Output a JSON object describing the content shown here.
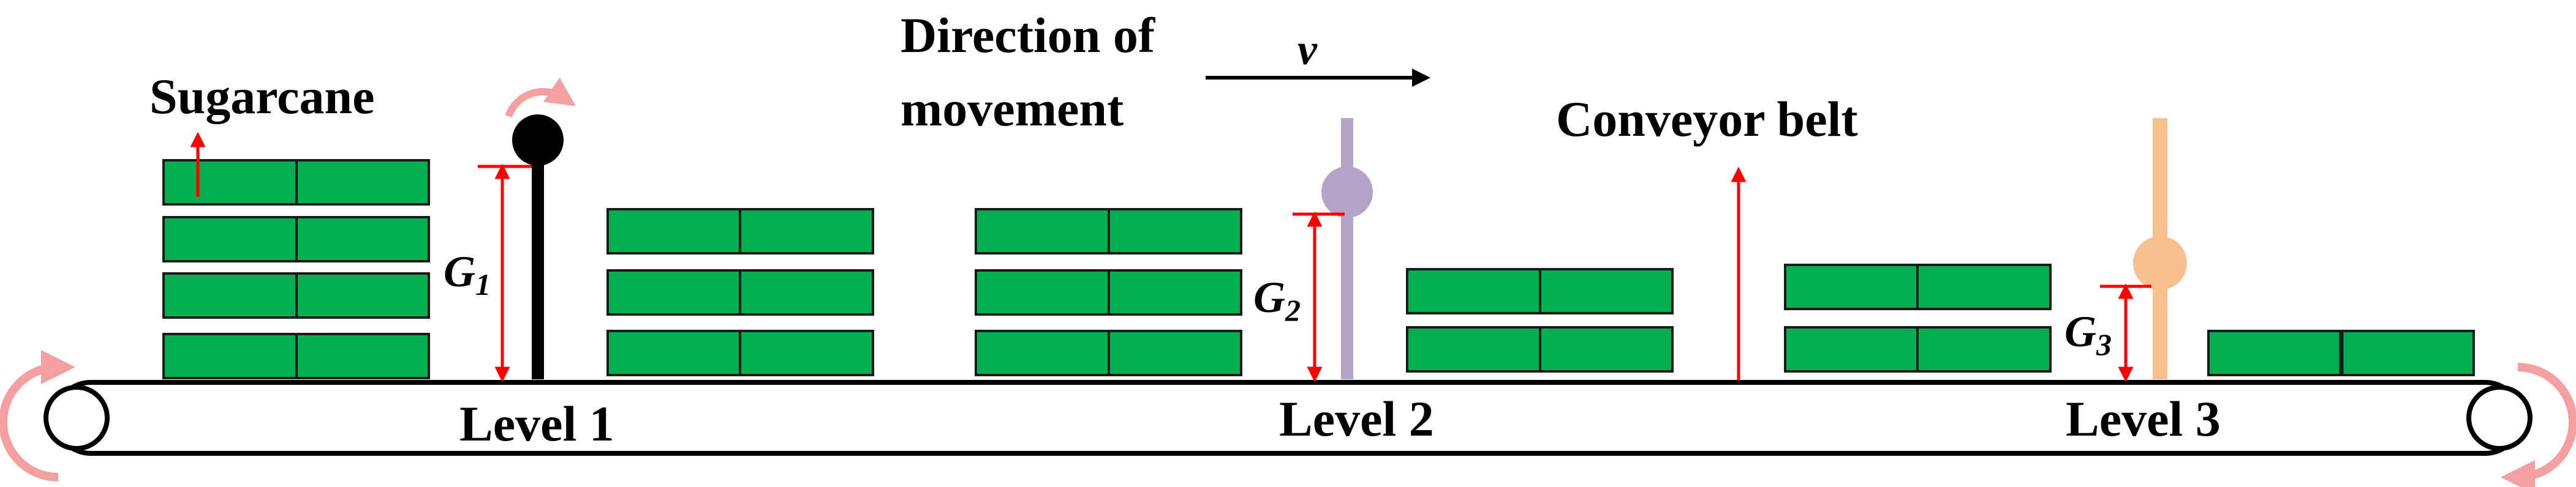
{
  "labels": {
    "sugarcane": "Sugarcane",
    "direction_line1": "Direction of",
    "direction_line2": "movement",
    "velocity": "v",
    "conveyor_belt": "Conveyor belt",
    "level1": "Level 1",
    "level2": "Level 2",
    "level3": "Level 3",
    "g1_main": "G",
    "g1_sub": "1",
    "g2_main": "G",
    "g2_sub": "2",
    "g3_main": "G",
    "g3_sub": "3"
  },
  "colors": {
    "cane_fill": "#00b050",
    "cane_stroke": "#1a1a1a",
    "arrow_red": "#ff0000",
    "rotation_arrow": "#f4a0a0",
    "roller1": "#000000",
    "roller2": "#b4a2c8",
    "roller3": "#f7c08c",
    "belt": "#000000"
  },
  "icons": {
    "rotation": "curved-rotation-arrow-icon",
    "velocity": "right-arrow-icon"
  }
}
